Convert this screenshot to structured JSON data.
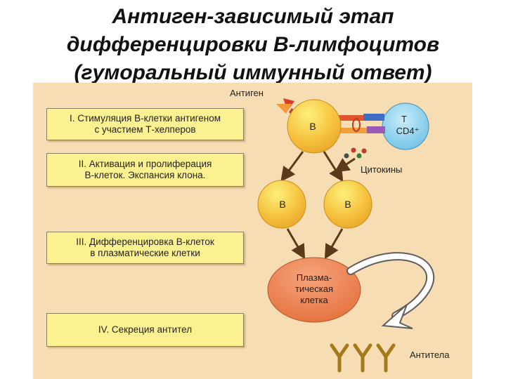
{
  "title": {
    "line1": "Антиген-зависимый этап",
    "line2": "дифференцировки В-лимфоцитов",
    "line3": "(гуморальный иммунный ответ)"
  },
  "stages": [
    {
      "line1": "I. Стимуляция В-клетки антигеном",
      "line2": "с участием Т-хелперов"
    },
    {
      "line1": "II. Активация и пролиферация",
      "line2": "В-клеток. Экспансия клона."
    },
    {
      "line1": "III. Дифференцировка В-клеток",
      "line2": "в плазматические клетки"
    },
    {
      "line1": "IV. Секреция антител",
      "line2": ""
    }
  ],
  "diagram": {
    "antigen_label": "Антиген",
    "cytokines_label": "Цитокины",
    "antibodies_label": "Антитела",
    "b_cell_label": "В",
    "t_cell_line1": "Т",
    "t_cell_line2": "CD4⁺",
    "plasma_line1": "Плазма-",
    "plasma_line2": "тическая",
    "plasma_line3": "клетка"
  },
  "colors": {
    "panel": "#f6ddb4",
    "stage_box": "#fbf191",
    "b_cell": "#f6c13e",
    "b_cell_top": "#fbe96a",
    "t_cell": "#8fd0ec",
    "plasma_cell": "#ee8456",
    "antigen_red": "#e03a2a",
    "antigen_orange": "#f29a3a"
  }
}
